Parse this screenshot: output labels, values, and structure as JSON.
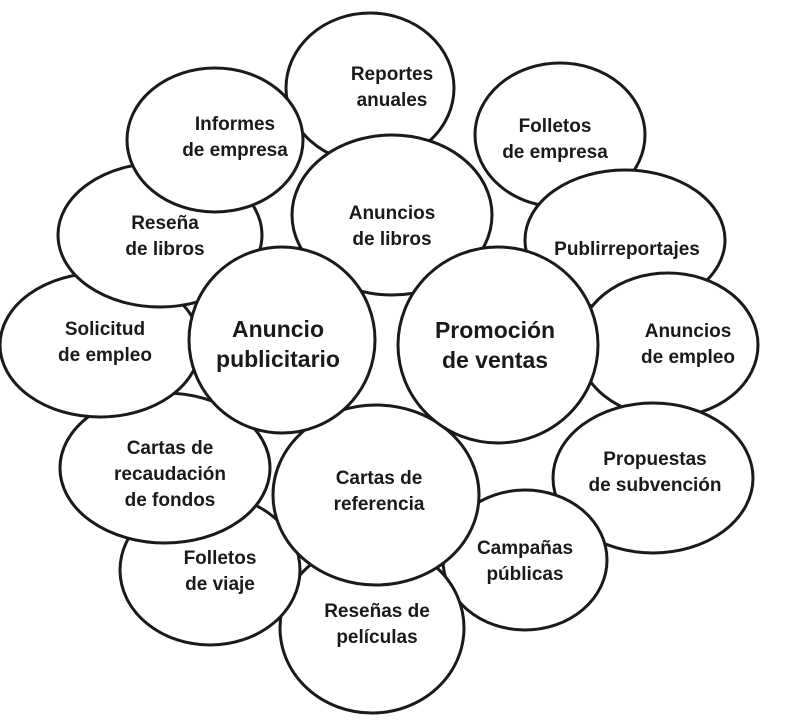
{
  "diagram": {
    "outer_bubbles": [
      {
        "id": "reportes-anuales",
        "lines": [
          "Reportes",
          "anuales"
        ]
      },
      {
        "id": "folletos-empresa",
        "lines": [
          "Folletos",
          "de empresa"
        ]
      },
      {
        "id": "publirreportajes",
        "lines": [
          "Publirreportajes"
        ]
      },
      {
        "id": "anuncios-empleo",
        "lines": [
          "Anuncios",
          "de empleo"
        ]
      },
      {
        "id": "propuestas-subvencion",
        "lines": [
          "Propuestas",
          "de subvención"
        ]
      },
      {
        "id": "campanas-publicas",
        "lines": [
          "Campañas",
          "públicas"
        ]
      },
      {
        "id": "resenas-peliculas",
        "lines": [
          "Reseñas de",
          "películas"
        ]
      },
      {
        "id": "folletos-viaje",
        "lines": [
          "Folletos",
          "de viaje"
        ]
      },
      {
        "id": "cartas-recaudacion",
        "lines": [
          "Cartas de",
          "recaudación",
          "de fondos"
        ]
      },
      {
        "id": "solicitud-empleo",
        "lines": [
          "Solicitud",
          "de empleo"
        ]
      },
      {
        "id": "resena-libros",
        "lines": [
          "Reseña",
          "de libros"
        ]
      },
      {
        "id": "informes-empresa",
        "lines": [
          "Informes",
          "de empresa"
        ]
      }
    ],
    "inner_bubbles": [
      {
        "id": "anuncios-libros",
        "lines": [
          "Anuncios",
          "de libros"
        ]
      },
      {
        "id": "cartas-referencia",
        "lines": [
          "Cartas de",
          "referencia"
        ]
      }
    ],
    "main_bubbles": [
      {
        "id": "anuncio-publicitario",
        "lines": [
          "Anuncio",
          "publicitario"
        ]
      },
      {
        "id": "promocion-ventas",
        "lines": [
          "Promoción",
          "de ventas"
        ]
      }
    ]
  }
}
